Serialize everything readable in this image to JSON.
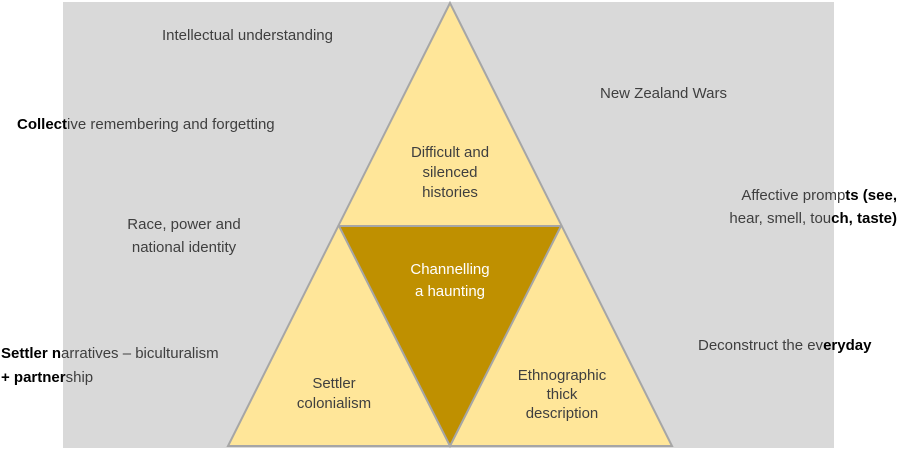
{
  "colors": {
    "background_panel": "#D9D9D9",
    "triangle_light": "#FFE699",
    "triangle_dark": "#BF9000",
    "triangle_border": "#A6A6A6",
    "text": "#3F3F3F",
    "text_bold": "#000000",
    "text_center": "#FFFFFF"
  },
  "outer_labels": {
    "intellectual_understanding": {
      "text": "Intellectual understanding"
    },
    "new_zealand_wars": {
      "text": "New Zealand Wars"
    },
    "collective_remembering": {
      "bold": "Collect",
      "rest": "ive remembering and forgetting"
    },
    "race_power": {
      "line1": "Race, power and",
      "line2": "national identity"
    },
    "settler_narratives": {
      "line1_bold": "Settler n",
      "line1_rest": "arratives – biculturalism",
      "line2_bold": "+ partner",
      "line2_rest": "ship"
    },
    "affective_prompts": {
      "line1_rest": "Affective promp",
      "line1_bold": "ts (see,",
      "line2_rest": "hear, smell, tou",
      "line2_bold": "ch, taste)"
    },
    "deconstruct_everyday": {
      "rest": "Deconstruct the ev",
      "bold": "eryday"
    }
  },
  "triangle_labels": {
    "top": {
      "line1": "Difficult and",
      "line2": "silenced",
      "line3": "histories"
    },
    "center": {
      "line1": "Channelling",
      "line2": "a haunting"
    },
    "bottom_left": {
      "line1": "Settler",
      "line2": "colonialism"
    },
    "bottom_right": {
      "line1": "Ethnographic",
      "line2": "thick",
      "line3": "description"
    }
  }
}
